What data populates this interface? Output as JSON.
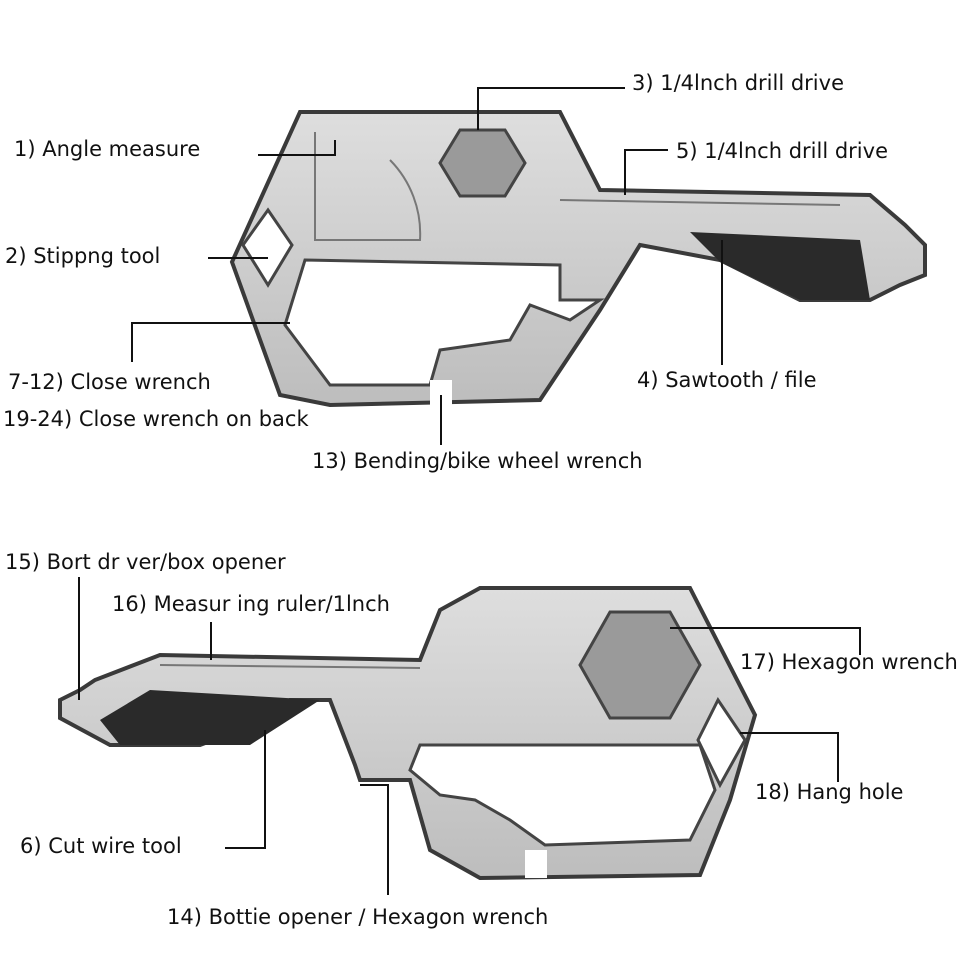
{
  "labels": {
    "angle_measure": "1) Angle measure",
    "stripping_tool": "2) Stippng tool",
    "drill_drive_3": "3) 1/4lnch drill drive",
    "sawtooth": "4) Sawtooth / file",
    "drill_drive_5": "5) 1/4lnch drill drive",
    "close_wrench": "7-12) Close wrench",
    "close_wrench_back": "19-24) Close wrench on back",
    "bending_wrench": "13) Bending/bike wheel wrench",
    "screwdriver": "15) Bort dr ver/box opener",
    "ruler": "16) Measur ing ruler/1lnch",
    "hexagon_wrench": "17) Hexagon wrench",
    "hang_hole": "18) Hang hole",
    "cut_wire": "6) Cut wire tool",
    "bottle_opener": "14) Bottie opener / Hexagon wrench"
  },
  "colors": {
    "metal": "#c9c9c9",
    "metal_dark": "#2a2a2a",
    "hex": "#9a9a9a",
    "line": "#111111"
  }
}
